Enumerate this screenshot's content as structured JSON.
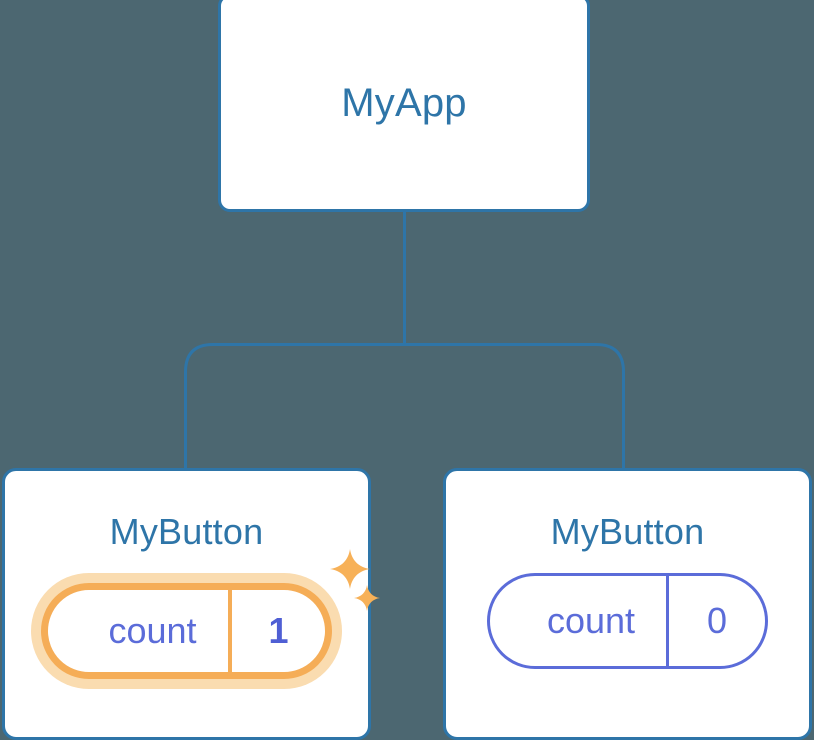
{
  "diagram": {
    "type": "component-tree",
    "background_color": "#4c6771",
    "accent_blue": "#2e75a8",
    "accent_purple": "#5b6cd9",
    "accent_orange": "#f5ad57",
    "accent_orange_glow": "#fadcb0"
  },
  "root": {
    "title": "MyApp"
  },
  "children": [
    {
      "title": "MyButton",
      "state": {
        "key": "count",
        "value": "1"
      },
      "highlighted": true,
      "sparkle_large": "sparkle-icon",
      "sparkle_small": "sparkle-icon"
    },
    {
      "title": "MyButton",
      "state": {
        "key": "count",
        "value": "0"
      },
      "highlighted": false
    }
  ]
}
